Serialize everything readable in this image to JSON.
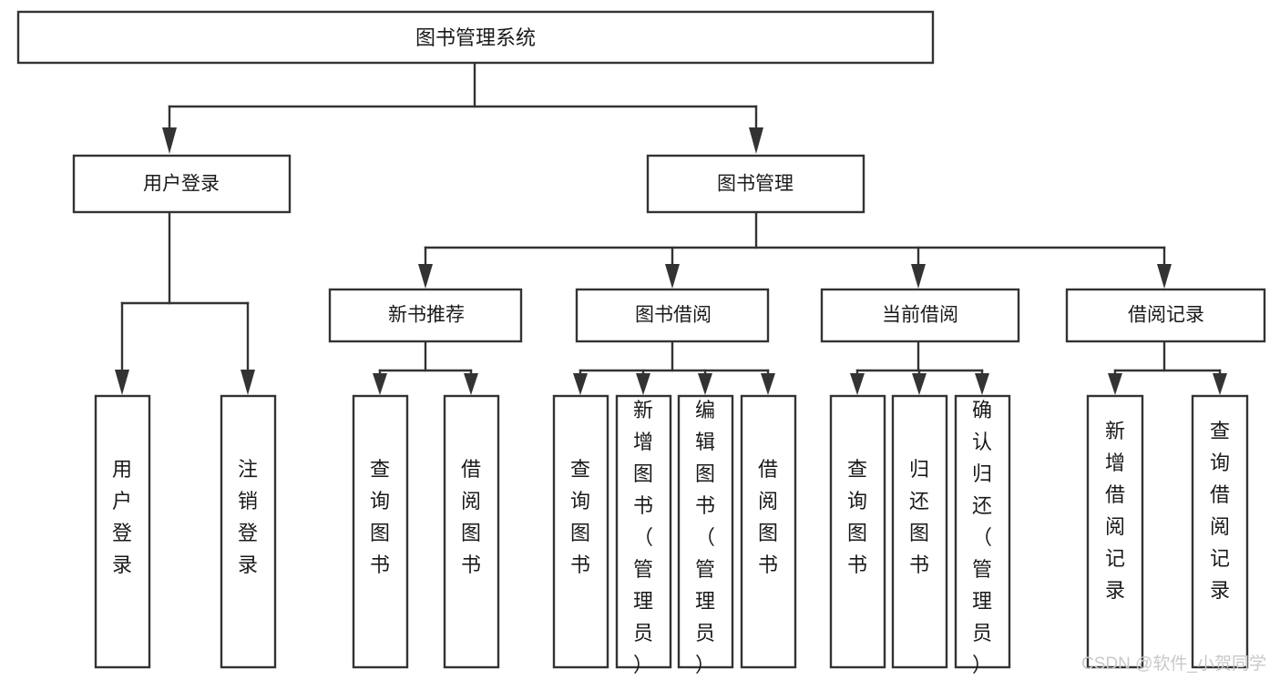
{
  "diagram": {
    "type": "tree-hierarchy-flowchart",
    "root": {
      "id": "root",
      "label": "图书管理系统"
    },
    "level2": [
      {
        "id": "user-login",
        "label": "用户登录"
      },
      {
        "id": "book-management",
        "label": "图书管理"
      }
    ],
    "level3": [
      {
        "id": "new-book-recommend",
        "label": "新书推荐",
        "parent": "book-management"
      },
      {
        "id": "book-borrow",
        "label": "图书借阅",
        "parent": "book-management"
      },
      {
        "id": "current-borrow",
        "label": "当前借阅",
        "parent": "book-management"
      },
      {
        "id": "borrow-record",
        "label": "借阅记录",
        "parent": "book-management"
      }
    ],
    "leaves": [
      {
        "id": "leaf-user-login",
        "label": "用户登录",
        "parent": "user-login"
      },
      {
        "id": "leaf-logout-login",
        "label": "注销登录",
        "parent": "user-login"
      },
      {
        "id": "leaf-query-book-1",
        "label": "查询图书",
        "parent": "new-book-recommend"
      },
      {
        "id": "leaf-borrow-book-1",
        "label": "借阅图书",
        "parent": "new-book-recommend"
      },
      {
        "id": "leaf-query-book-2",
        "label": "查询图书",
        "parent": "book-borrow"
      },
      {
        "id": "leaf-add-book",
        "label": "新增图书（管理员）",
        "parent": "book-borrow"
      },
      {
        "id": "leaf-edit-book",
        "label": "编辑图书（管理员）",
        "parent": "book-borrow"
      },
      {
        "id": "leaf-borrow-book-2",
        "label": "借阅图书",
        "parent": "book-borrow"
      },
      {
        "id": "leaf-query-book-3",
        "label": "查询图书",
        "parent": "current-borrow"
      },
      {
        "id": "leaf-return-book",
        "label": "归还图书",
        "parent": "current-borrow"
      },
      {
        "id": "leaf-confirm-return",
        "label": "确认归还（管理员）",
        "parent": "current-borrow"
      },
      {
        "id": "leaf-add-borrow-record",
        "label": "新增借阅记录",
        "parent": "borrow-record"
      },
      {
        "id": "leaf-query-borrow-record",
        "label": "查询借阅记录",
        "parent": "borrow-record"
      }
    ],
    "colors": {
      "stroke": "#333333",
      "box_fill": "#ffffff",
      "text": "#1a1a1a",
      "background": "#ffffff",
      "watermark": "#c9c9c9"
    }
  },
  "watermark": {
    "text": "CSDN @软件_小贺同学"
  }
}
